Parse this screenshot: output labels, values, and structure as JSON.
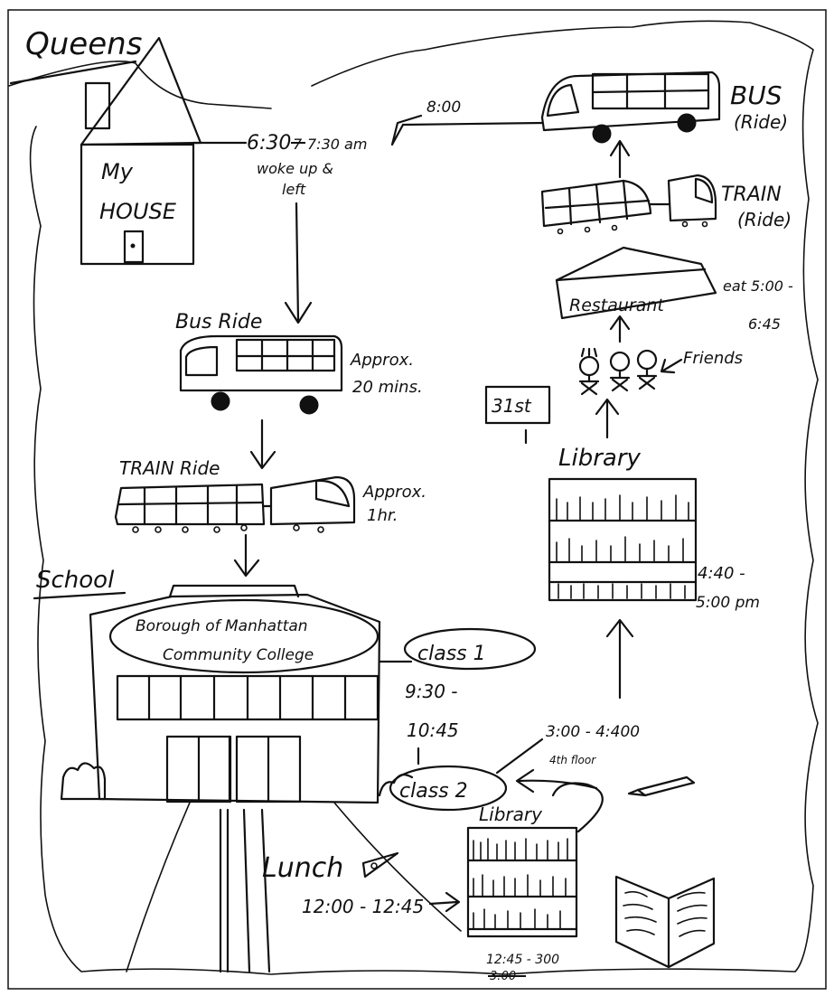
{
  "title": "Queens",
  "home": {
    "label_line1": "My",
    "label_line2": "HOUSE"
  },
  "departure": {
    "time_prefix": "6:30",
    "time_struck": "7",
    "time_main": "7:30 am",
    "note_line1": "woke up &",
    "note_line2": "left"
  },
  "bus_ride": {
    "label": "Bus Ride",
    "duration_line1": "Approx.",
    "duration_line2": "20 mins."
  },
  "train_ride": {
    "label": "TRAIN Ride",
    "duration_line1": "Approx.",
    "duration_line2": "1hr."
  },
  "school": {
    "label": "School",
    "sign_line1": "Borough of Manhattan",
    "sign_line2": "Community College"
  },
  "class1": {
    "label": "class 1",
    "time_start": "9:30 -",
    "time_end": "10:45"
  },
  "class2": {
    "label": "class 2",
    "time": "3:00 - 4:400",
    "floor": "4th floor"
  },
  "lunch": {
    "label": "Lunch",
    "time": "12:00 - 12:45"
  },
  "library_small": {
    "label": "Library",
    "time": "12:45 - 300",
    "time_struck": "3:00"
  },
  "library_big": {
    "label": "Library",
    "time_start": "4:40 -",
    "time_end": "5:00 pm"
  },
  "street": {
    "label": "31st"
  },
  "friends": {
    "label": "Friends"
  },
  "restaurant": {
    "label": "Restaurant",
    "time_start": "eat 5:00 -",
    "time_end": "6:45"
  },
  "train_return": {
    "label_line1": "TRAIN",
    "label_line2": "(Ride)"
  },
  "bus_return": {
    "label_line1": "BUS",
    "label_line2": "(Ride)",
    "time": "8:00"
  },
  "crayon": {
    "label": ""
  }
}
